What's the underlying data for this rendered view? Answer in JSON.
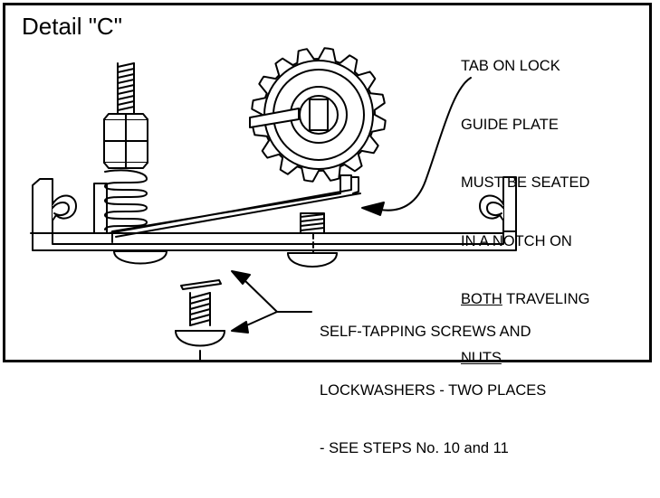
{
  "title": "Detail \"C\"",
  "callout_tab": {
    "lines": [
      "TAB ON LOCK",
      "GUIDE PLATE",
      "MUST BE SEATED",
      "IN A NOTCH ON",
      "TRAVELING",
      "NUTS"
    ],
    "emphasis": "BOTH"
  },
  "callout_screws": {
    "lines": [
      "SELF-TAPPING SCREWS AND",
      "LOCKWASHERS - TWO PLACES",
      "- SEE STEPS No. 10 and 11"
    ]
  },
  "colors": {
    "ink": "#000000",
    "paper": "#ffffff"
  }
}
